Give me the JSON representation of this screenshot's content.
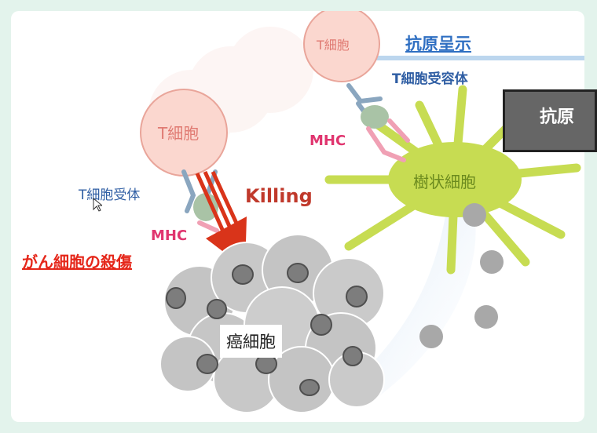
{
  "labels": {
    "tcell_top": "T細胞",
    "tcell_left": "T細胞",
    "antigen_presentation": "抗原呈示",
    "tcr_top": "T細胞受容体",
    "tcr_left": "T細胞受体",
    "mhc_top": "MHC",
    "mhc_left": "MHC",
    "killing": "Killing",
    "cancer_damage": "がん細胞の殺傷",
    "dendritic_cell": "樹状細胞",
    "cancer_cell": "癌細胞",
    "antigen_box": "抗原"
  },
  "colors": {
    "tcell_fill": "#fbd7cf",
    "tcell_stroke": "#e9a59a",
    "dendritic": "#c7dc52",
    "cancer_cell": "#c2c2c2",
    "nucleus": "#7d7d7d",
    "arrow": "#d9341a",
    "debris": "#a8a8a8"
  }
}
